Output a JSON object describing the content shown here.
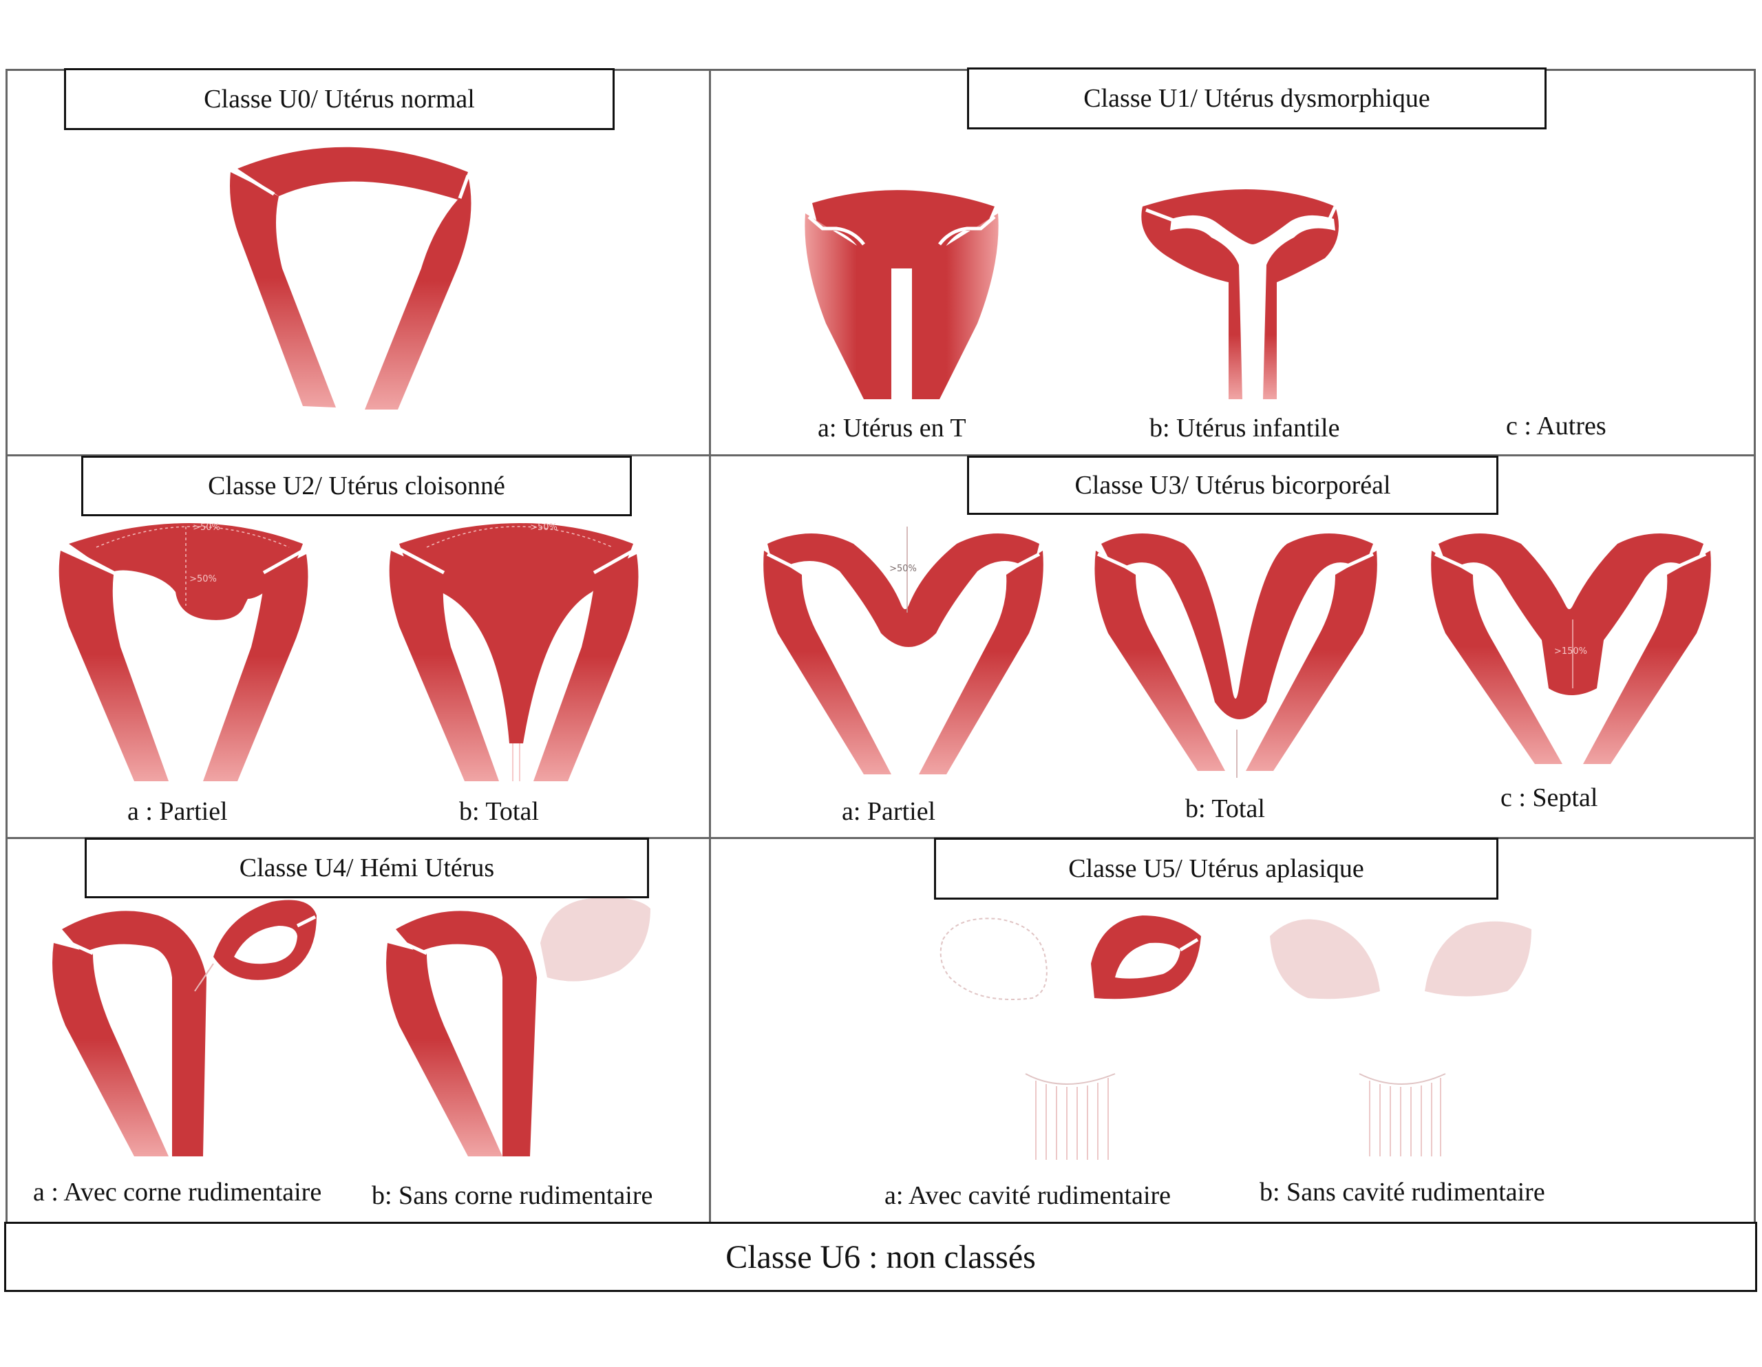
{
  "colors": {
    "uterus": "#c9373b",
    "uterus_light": "#ef9e9e",
    "faded": "#f1d7d7",
    "faded_line": "#c9a3a3"
  },
  "classes": {
    "u0": {
      "title": "Classe U0/ Utérus normal"
    },
    "u1": {
      "title": "Classe U1/ Utérus dysmorphique",
      "a": "a: Utérus en T",
      "b": "b: Utérus infantile",
      "c": "c : Autres"
    },
    "u2": {
      "title": "Classe U2/ Utérus cloisonné",
      "a": "a : Partiel",
      "b": "b: Total",
      "marks": [
        ">50%",
        ">50%",
        ">50%"
      ]
    },
    "u3": {
      "title": "Classe U3/ Utérus bicorporéal",
      "a": "a: Partiel",
      "b": "b: Total",
      "c": "c : Septal",
      "marks": [
        ">50%",
        ">150%"
      ]
    },
    "u4": {
      "title": "Classe U4/ Hémi Utérus",
      "a": "a : Avec corne rudimentaire",
      "b": "b: Sans corne rudimentaire"
    },
    "u5": {
      "title": "Classe U5/ Utérus aplasique",
      "a": "a: Avec cavité rudimentaire",
      "b": "b: Sans cavité rudimentaire"
    },
    "u6": {
      "title": "Classe U6 : non classés"
    }
  }
}
